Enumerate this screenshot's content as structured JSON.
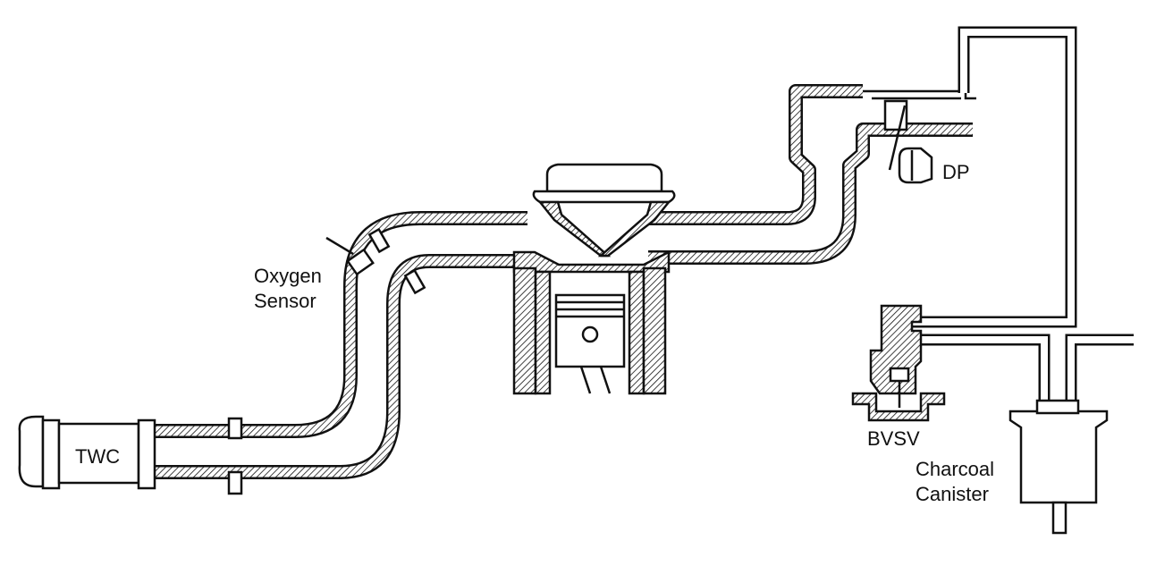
{
  "labels": {
    "twc": "TWC",
    "oxygen_sensor_line1": "Oxygen",
    "oxygen_sensor_line2": "Sensor",
    "dp": "DP",
    "bvsv": "BVSV",
    "canister_line1": "Charcoal",
    "canister_line2": "Canister"
  }
}
